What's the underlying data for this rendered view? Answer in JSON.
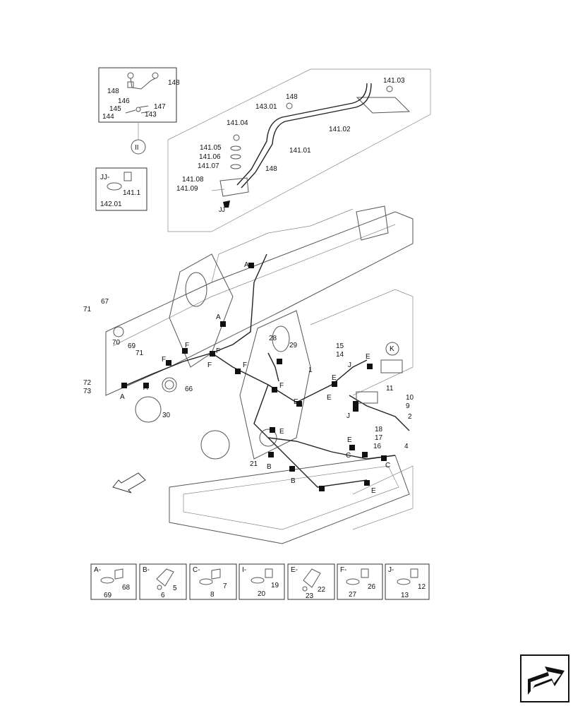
{
  "labels": {
    "top_group": [
      "148",
      "148",
      "146",
      "145",
      "147",
      "144",
      "143"
    ],
    "top_group_ref": "II",
    "jj_group": [
      "141.1",
      "142.01"
    ],
    "jj_title": "JJ-",
    "tube_group": [
      "148",
      "141.03",
      "143.01",
      "141.02",
      "141.04",
      "141.05",
      "141.01",
      "141.06",
      "141.07",
      "148",
      "141.08",
      "141.09"
    ],
    "tube_ref": "JJ",
    "main_left": [
      "71",
      "67",
      "70",
      "69",
      "71",
      "72",
      "73",
      "66",
      "30"
    ],
    "main_center": [
      "28",
      "29",
      "1",
      "21"
    ],
    "main_right": [
      "15",
      "14",
      "11",
      "10",
      "9",
      "2",
      "18",
      "17",
      "16",
      "4"
    ],
    "main_ref": "K",
    "clip_letters": [
      "A",
      "A",
      "A",
      "A",
      "F",
      "F",
      "F",
      "F",
      "F",
      "F",
      "E",
      "E",
      "E",
      "E",
      "E",
      "E",
      "E",
      "J",
      "J",
      "C",
      "C",
      "B",
      "B"
    ]
  },
  "detail_boxes": [
    {
      "title": "A-",
      "numbers": [
        "68",
        "69"
      ]
    },
    {
      "title": "B-",
      "numbers": [
        "5",
        "6"
      ]
    },
    {
      "title": "C-",
      "numbers": [
        "7",
        "8"
      ]
    },
    {
      "title": "I-",
      "numbers": [
        "19",
        "20"
      ]
    },
    {
      "title": "E-",
      "numbers": [
        "22",
        "23"
      ]
    },
    {
      "title": "F-",
      "numbers": [
        "26",
        "27"
      ]
    },
    {
      "title": "J-",
      "numbers": [
        "12",
        "13"
      ]
    }
  ],
  "icons": {
    "front_direction": "arrow-front-icon",
    "next_page": "next-page-arrow-icon"
  }
}
